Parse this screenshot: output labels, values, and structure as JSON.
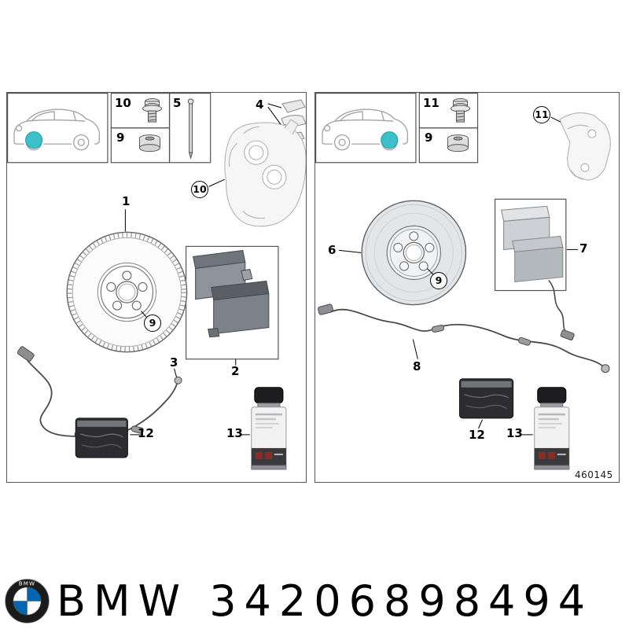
{
  "colors": {
    "wheel_highlight": "#3cc0c9",
    "bmw_blue": "#0066b1"
  },
  "left_panel": {
    "callouts": {
      "disc": "1",
      "pads_box": "2",
      "sensor": "3",
      "clip": "4",
      "guide_pin": "5",
      "hub_circle": "9",
      "bushing_box": "9",
      "caliper_circle": "10",
      "bolt_box": "10",
      "pouch": "12",
      "spray": "13"
    }
  },
  "right_panel": {
    "callouts": {
      "disc": "6",
      "pads_box": "7",
      "sensor": "8",
      "hub_circle": "9",
      "bushing_box": "9",
      "carrier_circle": "11",
      "bolt_box": "11",
      "pouch": "12",
      "spray": "13"
    },
    "diagram_number": "460145"
  },
  "footer": {
    "logo_text": "BMW",
    "brand": "BMW",
    "part_number": "34206898494"
  }
}
